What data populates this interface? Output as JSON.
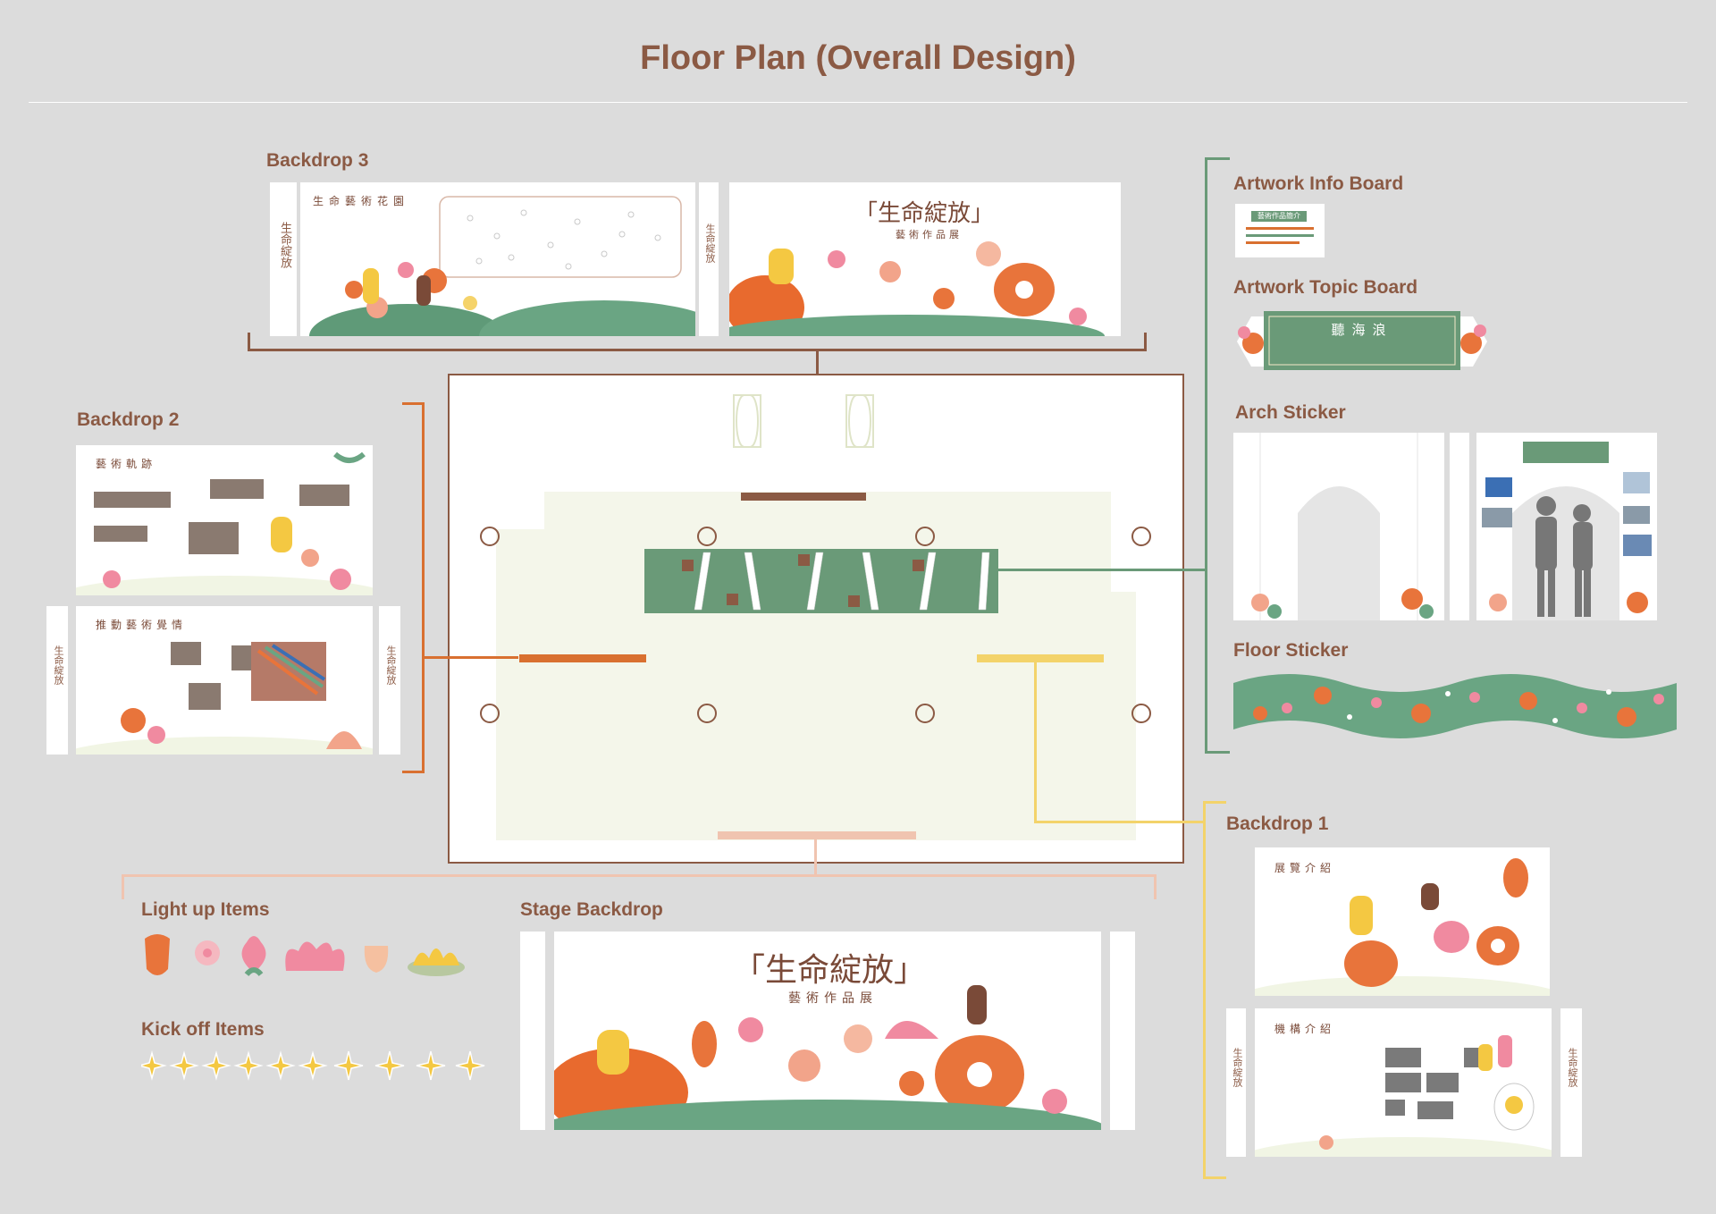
{
  "title": "Floor Plan (Overall Design)",
  "labels": {
    "backdrop3": "Backdrop 3",
    "backdrop2": "Backdrop 2",
    "backdrop1": "Backdrop 1",
    "artwork_info": "Artwork Info Board",
    "artwork_topic": "Artwork Topic Board",
    "arch": "Arch Sticker",
    "floor": "Floor Sticker",
    "lightup": "Light up Items",
    "kickoff": "Kick off Items",
    "stage": "Stage Backdrop"
  },
  "panel_text": {
    "main_title": "「生命綻放」",
    "subtitle": "藝術作品展",
    "garden": "生命藝術花園",
    "art_track": "藝術軌跡",
    "promote": "推動藝術覺情",
    "exhibit_intro": "展覽介紹",
    "org_intro": "機構介紹",
    "topic": "聽海浪",
    "info_tag": "藝術作品簡介",
    "vertical": "生命綻放"
  },
  "colors": {
    "brown": "#8b5a44",
    "green": "#6a9a78",
    "orange": "#d97030",
    "yellow": "#f3d36a",
    "pink": "#f0c4b0"
  }
}
